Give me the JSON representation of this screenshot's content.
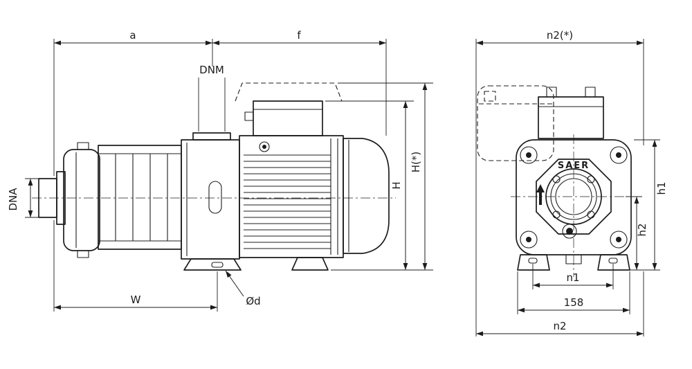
{
  "meta": {
    "type": "pump technical dimension drawing",
    "background_color": "#ffffff",
    "ink_color": "#1c1c1c"
  },
  "side_view": {
    "dimensions": {
      "a": "a",
      "f": "f",
      "dnm": "DNM",
      "dna": "DNA",
      "w": "W",
      "foot_hole": "Ød",
      "height": "H",
      "height_star": "H(*)"
    }
  },
  "front_view": {
    "brand": "SAER",
    "dimensions": {
      "n2_star": "n2(*)",
      "h1": "h1",
      "h2": "h2",
      "n1": "n1",
      "base_width": "158",
      "n2": "n2"
    }
  }
}
